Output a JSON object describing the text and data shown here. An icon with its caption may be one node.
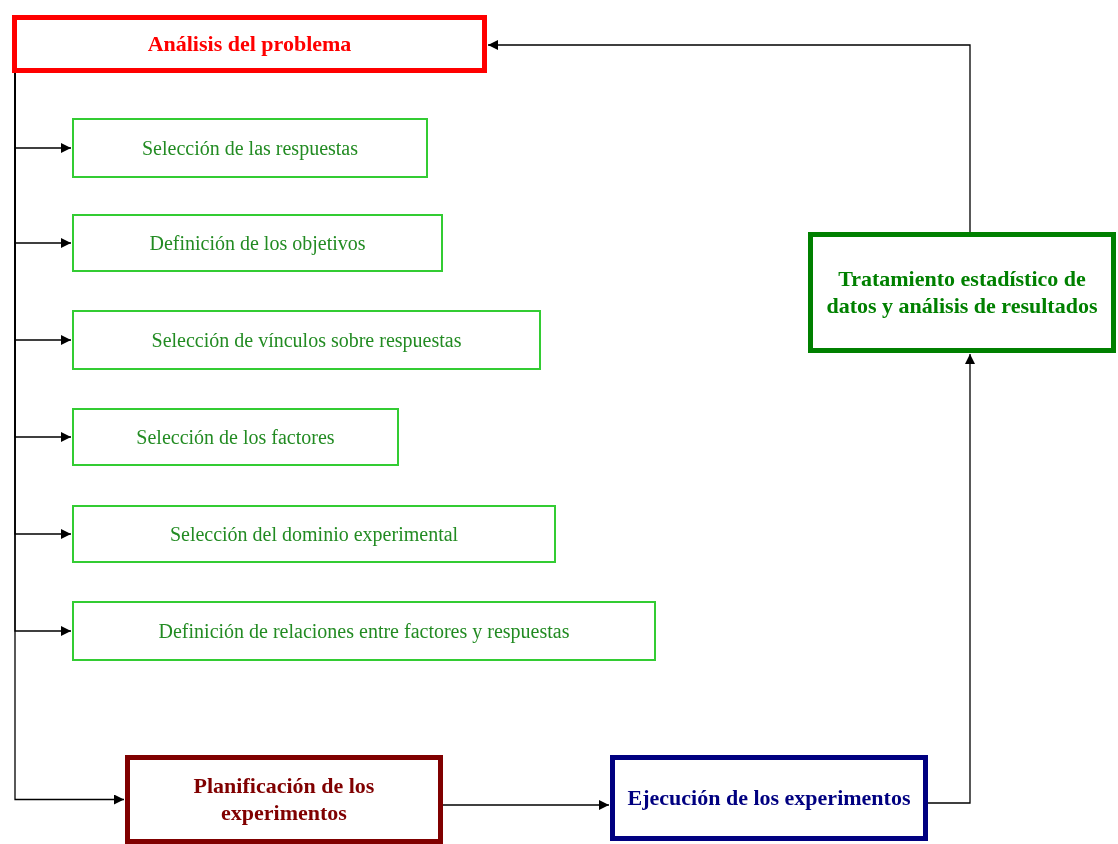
{
  "diagram": {
    "nodes": [
      {
        "text": [
          "Análisis del problema"
        ]
      },
      {
        "text": [
          "Selección de las respuestas"
        ]
      },
      {
        "text": [
          "Definición de los objetivos"
        ]
      },
      {
        "text": [
          "Selección de vínculos sobre respuestas"
        ]
      },
      {
        "text": [
          "Selección de los factores"
        ]
      },
      {
        "text": [
          "Selección del dominio experimental"
        ]
      },
      {
        "text": [
          "Definición de relaciones entre factores y respuestas"
        ]
      },
      {
        "text": [
          "Planificación de los experimentos"
        ]
      },
      {
        "text": [
          "Ejecución de los experimentos"
        ]
      },
      {
        "text": [
          "Tratamiento estadístico de datos y análisis de resultados"
        ]
      }
    ],
    "edges": [
      {
        "from": 0,
        "to": 1,
        "arrow": "to"
      },
      {
        "from": 0,
        "to": 2,
        "arrow": "to"
      },
      {
        "from": 0,
        "to": 3,
        "arrow": "to"
      },
      {
        "from": 0,
        "to": 4,
        "arrow": "to"
      },
      {
        "from": 0,
        "to": 5,
        "arrow": "to"
      },
      {
        "from": 0,
        "to": 6,
        "arrow": "to"
      },
      {
        "from": 0,
        "to": 7,
        "arrow": "to"
      },
      {
        "from": 7,
        "to": 8,
        "arrow": "to"
      },
      {
        "from": 8,
        "to": 9,
        "arrow": "to"
      },
      {
        "from": 9,
        "to": 0,
        "arrow": "to"
      }
    ]
  }
}
